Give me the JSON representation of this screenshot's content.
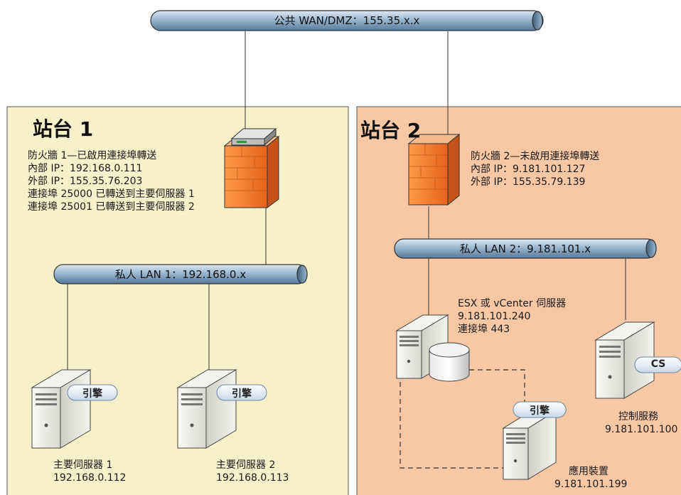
{
  "wan_bus": {
    "label": "公共 WAN/DMZ：155.35.x.x"
  },
  "site1": {
    "title": "站台 1",
    "firewall_lines": [
      "防火牆 1—已啟用連接埠轉送",
      "內部 IP：192.168.0.111",
      "外部 IP：155.35.76.203",
      "連接埠 25000 已轉送到主要伺服器 1",
      "連接埠 25001 已轉送到主要伺服器 2"
    ],
    "lan_label": "私人 LAN 1：192.168.0.x",
    "server1": {
      "badge": "引擎",
      "name": "主要伺服器 1",
      "ip": "192.168.0.112"
    },
    "server2": {
      "badge": "引擎",
      "name": "主要伺服器 2",
      "ip": "192.168.0.113"
    }
  },
  "site2": {
    "title": "站台 2",
    "firewall_lines": [
      "防火牆 2—未啟用連接埠轉送",
      "內部 IP：9.181.101.127",
      "外部 IP：155.35.79.139"
    ],
    "lan_label": "私人 LAN 2：9.181.101.x",
    "esx_lines": [
      "ESX 或 vCenter 伺服器",
      "9.181.101.240",
      "連接埠 443"
    ],
    "control": {
      "badge": "CS",
      "name": "控制服務",
      "ip": "9.181.101.100"
    },
    "appliance": {
      "badge": "引擎",
      "name": "應用裝置",
      "ip": "9.181.101.199"
    }
  },
  "colors": {
    "site1_fill": "#f7f1c9",
    "site2_fill": "#f8c7a4",
    "bus": "#8fb0cc",
    "firewall": "#f07a33"
  }
}
